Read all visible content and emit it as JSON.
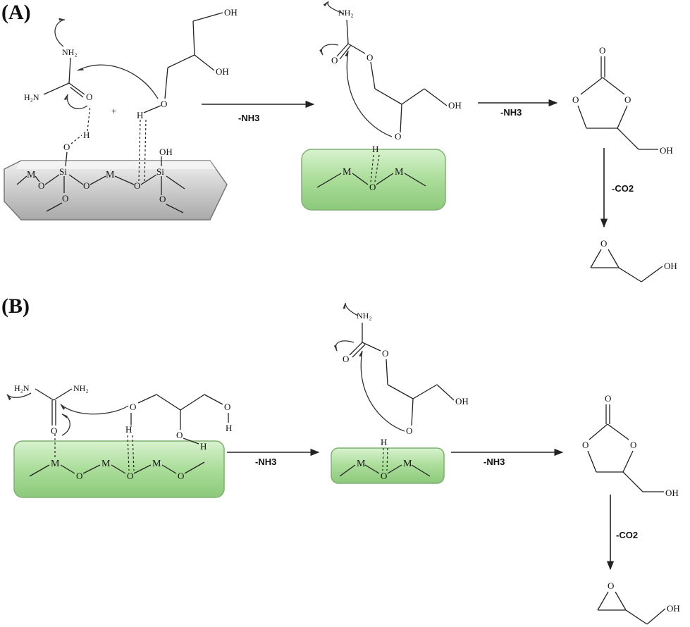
{
  "panels": {
    "a": {
      "label": "(A)"
    },
    "b": {
      "label": "(B)"
    }
  },
  "atoms": {
    "nh2": "NH₂",
    "h2n": "H₂N",
    "oh": "OH",
    "o": "O",
    "h": "H",
    "si": "Si",
    "m": "M",
    "plus": "+"
  },
  "steps": {
    "nh3": "-NH3",
    "co2": "-CO2"
  },
  "colors": {
    "silica_surface": "#c8c8c8",
    "metal_oxide_surface": "#a8dc98",
    "ink": "#222222"
  }
}
